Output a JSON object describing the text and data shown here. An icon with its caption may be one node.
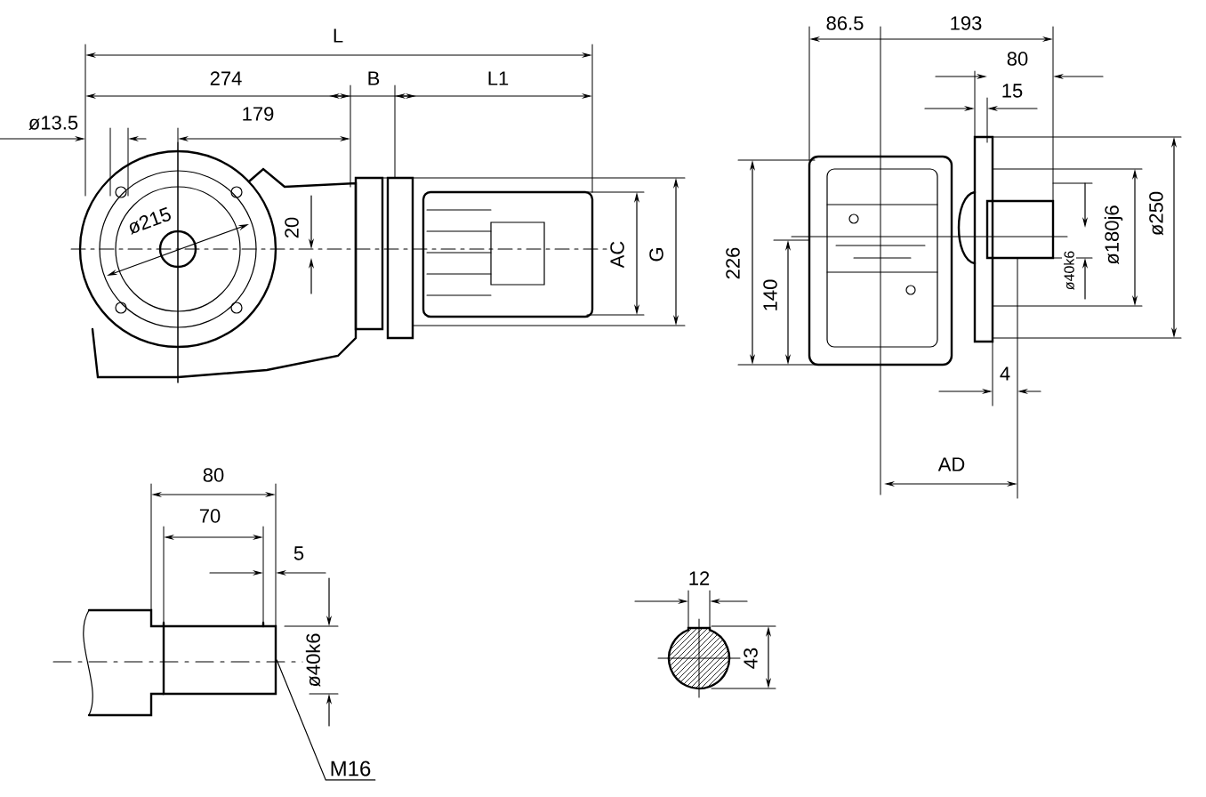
{
  "diagram": {
    "nodes": [
      {
        "text": [
          "M16"
        ]
      },
      {
        "text": [],
        "shape": "box"
      }
    ],
    "edges": [
      {
        "from": 0,
        "to": 1,
        "arrow": "none"
      }
    ],
    "labels": [
      "L",
      "274",
      "B",
      "L1",
      "ø13.5",
      "179",
      "ø215",
      "20",
      "AC",
      "G",
      "86.5",
      "193",
      "80",
      "15",
      "226",
      "140",
      "ø40k6",
      "ø180j6",
      "ø250",
      "4",
      "AD",
      "80",
      "70",
      "5",
      "ø40k6",
      "12",
      "43"
    ]
  }
}
